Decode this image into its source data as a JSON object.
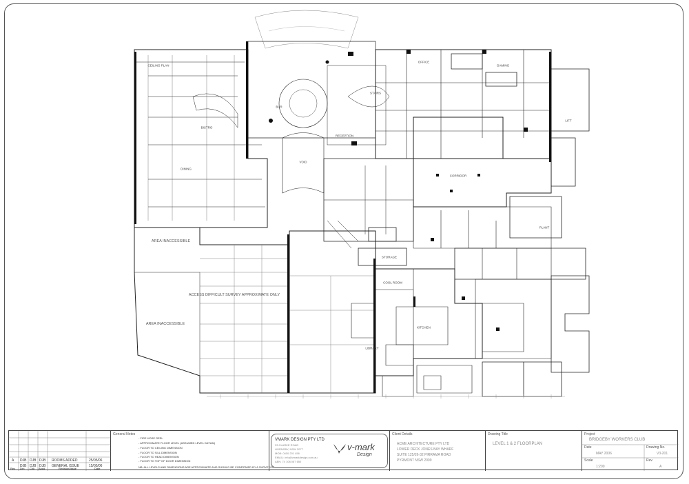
{
  "floor_labels": {
    "coolroom": "COOL ROOM",
    "kitchen": "KITCHEN",
    "office": "OFFICE",
    "storage": "STORAGE",
    "bistro": "BISTRO",
    "gaming": "GAMING",
    "void": "VOID",
    "stairs": "STAIRS",
    "lift": "LIFT",
    "plant": "PLANT",
    "corridor": "CORRIDOR",
    "bar": "BAR",
    "ceiling_plan": "CEILING PLAN",
    "area_inaccessible_1": "AREA INACCESSIBLE",
    "area_inaccessible_2": "AREA INACCESSIBLE",
    "access_difficult": "ACCESS DIFFICULT SURVEY APPROXIMATE ONLY",
    "reception": "RECEPTION",
    "library": "LIBRARY",
    "dining": "DINING"
  },
  "title_block": {
    "revisions": [
      {
        "rev": "A",
        "drn": "DJB",
        "chk": "DJB",
        "appd": "DJB",
        "description": "ROOMS ADDED",
        "date": "25/05/06"
      },
      {
        "rev": "",
        "drn": "DJB",
        "chk": "DJB",
        "appd": "DJB",
        "description": "GENERAL ISSUE",
        "date": "15/05/06"
      }
    ],
    "revision_headers": {
      "rev": "Rev",
      "drn": "Drn",
      "chk": "Chk",
      "appd": "Appd",
      "description": "Revision/Issue",
      "date": "Date"
    },
    "general_notes": {
      "title": "General Notes",
      "lines": [
        "- FIRE HOSE REEL",
        "- APPROXIMATE FLOOR LEVEL (ASSUMED LEVEL DATUM)",
        "- FLOOR TO CEILING DIMENSION",
        "- FLOOR TO SILL DIMENSION",
        "- FLOOR TO HEAD DIMENSION",
        "- FLOOR TO TOP OF DOOR DIMENSION",
        "NB: ALL LEVELS AND DIMENSIONS ARE APPROXIMATE AND SHOULD BE CONFIRMED BY A SURVEYOR"
      ]
    },
    "company": {
      "name": "VMARK DESIGN PTY LTD",
      "lines": [
        "33 CLARKE ROAD",
        "HORNSBY, NSW 2077",
        "MOB: 0400 201 456",
        "EMAIL: info@vmarkdesign.com.au",
        "ABN: 74 108 067 650"
      ],
      "logo_main": "v-mark",
      "logo_sub": "Design"
    },
    "client": {
      "title": "Client Details",
      "lines": [
        "ACME ARCHITECTURE PTY LTD",
        "LOWER DECK JONES BAY WHARF",
        "SUITE 125/26-32 PIRRAMA ROAD",
        "PYRMONT NSW 2009"
      ]
    },
    "drawing": {
      "title": "Drawing Title",
      "value": "LEVEL 1 & 2 FLOORPLAN"
    },
    "project": {
      "title": "Project",
      "value": "BRIDGEBY WORKERS CLUB"
    },
    "date": {
      "title": "Date",
      "value": "MAY 2006"
    },
    "drawing_no": {
      "title": "Drawing No.",
      "value": "V3-201"
    },
    "scale": {
      "title": "Scale",
      "value": "1:200"
    },
    "rev": {
      "title": "Rev",
      "value": "A"
    }
  }
}
